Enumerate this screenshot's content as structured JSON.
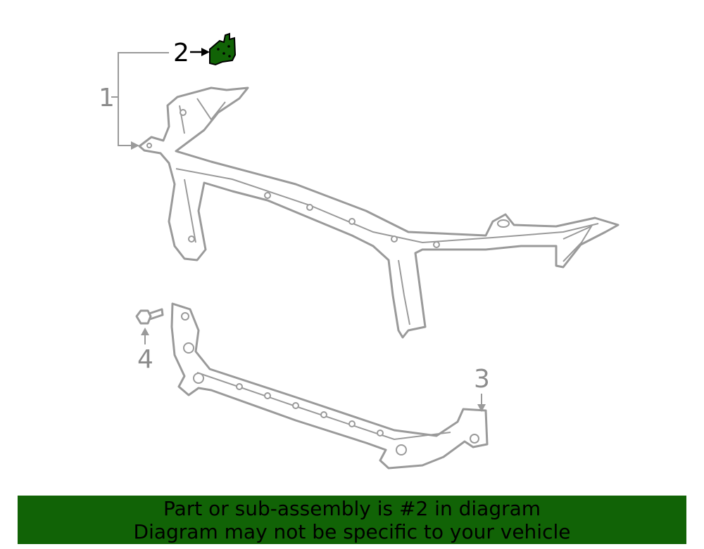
{
  "callouts": [
    {
      "number": "1",
      "label": "1"
    },
    {
      "number": "2",
      "label": "2"
    },
    {
      "number": "3",
      "label": "3"
    },
    {
      "number": "4",
      "label": "4"
    }
  ],
  "highlighted_part": "2",
  "colors": {
    "highlight": "#116306",
    "linework": "#9a9a9a",
    "banner": "#116306"
  },
  "banner": {
    "line1": "Part or sub-assembly is #2 in diagram",
    "line2": "Diagram may not be specific to your vehicle"
  }
}
